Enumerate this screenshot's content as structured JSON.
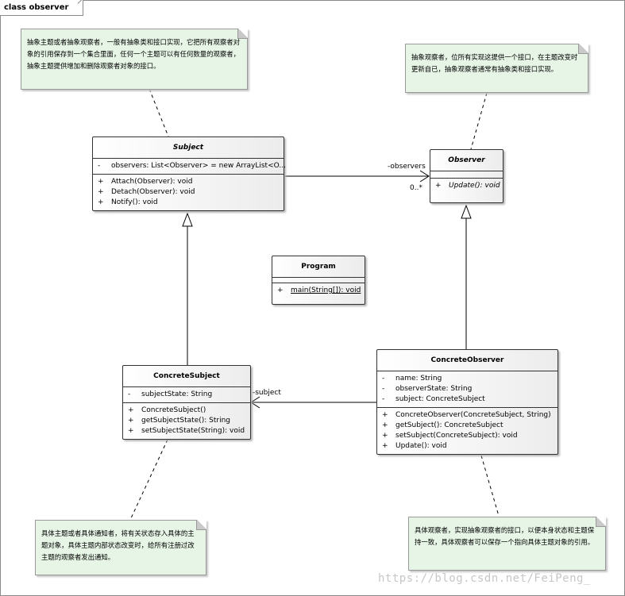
{
  "frame_title": "class observer",
  "classes": {
    "subject": {
      "name": "Subject",
      "attributes": [
        {
          "vis": "-",
          "text": "observers: List<Observer> = new ArrayList<O..."
        }
      ],
      "operations": [
        {
          "vis": "+",
          "text": "Attach(Observer): void"
        },
        {
          "vis": "+",
          "text": "Detach(Observer): void"
        },
        {
          "vis": "+",
          "text": "Notify(): void"
        }
      ]
    },
    "observer": {
      "name": "Observer",
      "operations": [
        {
          "vis": "+",
          "text": "Update(): void"
        }
      ]
    },
    "program": {
      "name": "Program",
      "operations": [
        {
          "vis": "+",
          "text": "main(String[]): void"
        }
      ]
    },
    "concrete_subject": {
      "name": "ConcreteSubject",
      "attributes": [
        {
          "vis": "-",
          "text": "subjectState: String"
        }
      ],
      "operations": [
        {
          "vis": "+",
          "text": "ConcreteSubject()"
        },
        {
          "vis": "+",
          "text": "getSubjectState(): String"
        },
        {
          "vis": "+",
          "text": "setSubjectState(String): void"
        }
      ]
    },
    "concrete_observer": {
      "name": "ConcreteObserver",
      "attributes": [
        {
          "vis": "-",
          "text": "name: String"
        },
        {
          "vis": "-",
          "text": "observerState: String"
        },
        {
          "vis": "-",
          "text": "subject: ConcreteSubject"
        }
      ],
      "operations": [
        {
          "vis": "+",
          "text": "ConcreteObserver(ConcreteSubject, String)"
        },
        {
          "vis": "+",
          "text": "getSubject(): ConcreteSubject"
        },
        {
          "vis": "+",
          "text": "setSubject(ConcreteSubject): void"
        },
        {
          "vis": "+",
          "text": "Update(): void"
        }
      ]
    }
  },
  "associations": {
    "observers_role": "-observers",
    "observers_multiplicity": "0..*",
    "subject_role": "-subject"
  },
  "notes": {
    "subject_note": "抽象主题或者抽象观察者，一般有抽象类和接口实现，它把所有观察者对象的引用保存到一个集合里面，任何一个主题可以有任何数量的观察者，抽象主题提供增加和删除观察者对象的接口。",
    "observer_note": "抽象观察者，位所有实现这提供一个接口，在主题改变时更新自已，抽象观察者通常有抽象类和接口实现。",
    "concrete_subject_note": "具体主题或者具体通知者，将有关状态存入具体的主题对象，具体主题内部状态改变时，给所有注册过改主题的观察者发出通知。",
    "concrete_observer_note": "具体观察者，实现抽象观察者的接口，以便本身状态和主题保持一致，具体观察者可以保存一个指向具体主题对象的引用。"
  },
  "watermark": "https://blog.csdn.net/FeiPeng_",
  "colors": {
    "note_fill": "#e6f5e6",
    "class_fill": "#ececec",
    "border": "#333333"
  }
}
